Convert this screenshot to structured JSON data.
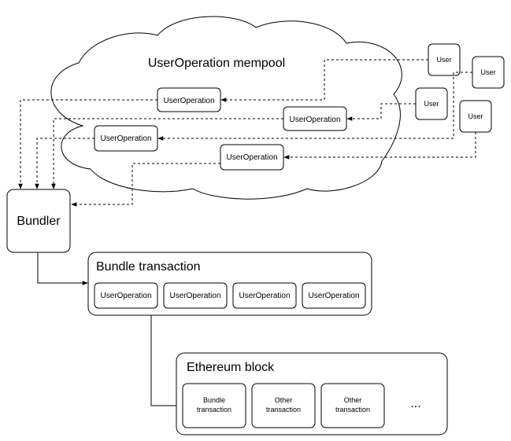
{
  "mempool": {
    "title": "UserOperation mempool",
    "ops": [
      "UserOperation",
      "UserOperation",
      "UserOperation",
      "UserOperation"
    ]
  },
  "users": [
    "User",
    "User",
    "User",
    "User"
  ],
  "bundler": {
    "label": "Bundler"
  },
  "bundle_tx": {
    "title": "Bundle transaction",
    "items": [
      "UserOperation",
      "UserOperation",
      "UserOperation",
      "UserOperation"
    ]
  },
  "block": {
    "title": "Ethereum block",
    "items": [
      [
        "Bundle",
        "transaction"
      ],
      [
        "Other",
        "transaction"
      ],
      [
        "Other",
        "transaction"
      ]
    ],
    "ellipsis": "..."
  }
}
